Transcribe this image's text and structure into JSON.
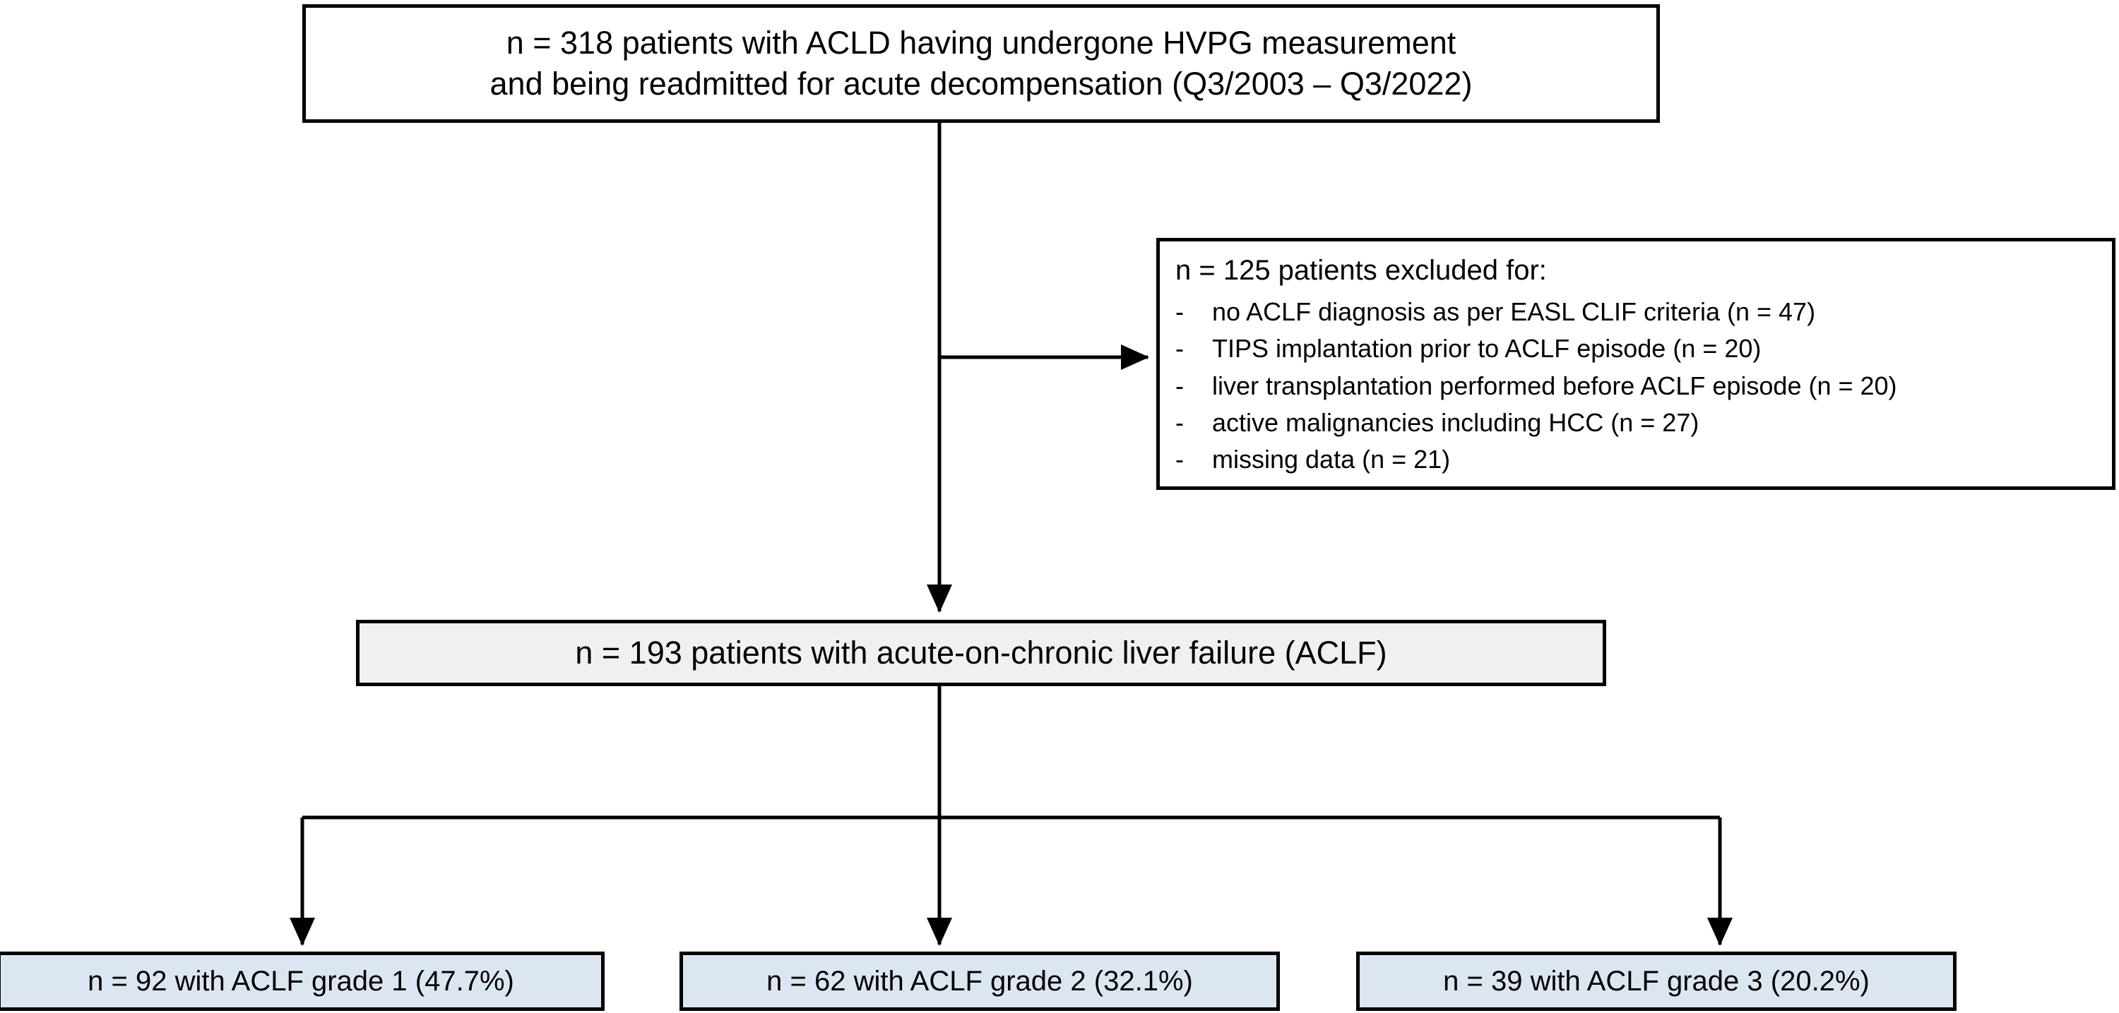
{
  "diagram": {
    "title": "Patient flow diagram: ACLD cohort to ACLF grades",
    "colors": {
      "stroke": "#000000",
      "node_white": "#ffffff",
      "node_gray": "#f0f0f0",
      "node_blue": "#dce6f1",
      "background": "#ffffff"
    }
  },
  "nodes": {
    "cohort": {
      "text": "n = 318 patients with ACLD having undergone HVPG measurement\nand being readmitted for acute decompensation (Q3/2003 – Q3/2022)",
      "n": 318
    },
    "exclusions": {
      "title": "n = 125 patients excluded for:",
      "n": 125,
      "bullet": "-",
      "items": [
        {
          "label": "no ACLF diagnosis as per EASL CLIF criteria (n = 47)",
          "n": 47
        },
        {
          "label": "TIPS implantation prior to ACLF episode (n = 20)",
          "n": 20
        },
        {
          "label": "liver transplantation performed before ACLF episode (n = 20)",
          "n": 20
        },
        {
          "label": "active malignancies including HCC (n = 27)",
          "n": 27
        },
        {
          "label": "missing data (n = 21)",
          "n": 21
        }
      ]
    },
    "aclf_total": {
      "text": "n = 193 patients with acute-on-chronic liver failure (ACLF)",
      "n": 193
    },
    "grade_1": {
      "text": "n = 92 with ACLF grade 1 (47.7%)",
      "n": 92,
      "percent": "47.7%"
    },
    "grade_2": {
      "text": "n = 62 with ACLF grade 2 (32.1%)",
      "n": 62,
      "percent": "32.1%"
    },
    "grade_3": {
      "text": "n = 39 with ACLF grade 3 (20.2%)",
      "n": 39,
      "percent": "20.2%"
    }
  },
  "connectors": [
    {
      "name": "cohort-to-aclf-total",
      "type": "vertical-arrow"
    },
    {
      "name": "cohort-to-exclusions",
      "type": "horizontal-arrow"
    },
    {
      "name": "aclf-total-to-grade-1",
      "type": "elbow-arrow"
    },
    {
      "name": "aclf-total-to-grade-2",
      "type": "vertical-arrow"
    },
    {
      "name": "aclf-total-to-grade-3",
      "type": "elbow-arrow"
    }
  ]
}
